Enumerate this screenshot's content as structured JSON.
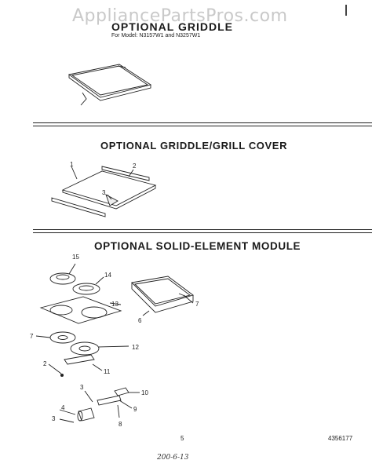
{
  "watermark": "AppliancePartsPros.com",
  "header": {
    "title": "OPTIONAL GRIDDLE",
    "subtitle": "For Model: N3157W1 and N3257W1"
  },
  "sections": {
    "griddle_cover_title": "OPTIONAL GRIDDLE/GRILL COVER",
    "solid_element_title": "OPTIONAL SOLID-ELEMENT MODULE"
  },
  "callouts": {
    "c1": "1",
    "c2": "2",
    "c3": "3",
    "c15": "15",
    "c14": "14",
    "c13": "13",
    "c6": "6",
    "c7a": "7",
    "c7b": "7",
    "c12": "12",
    "c2b": "2",
    "c11": "11",
    "c3b": "3",
    "c10": "10",
    "c4": "4",
    "c9": "9",
    "c3c": "3",
    "c8": "8"
  },
  "footer": {
    "page_number": "5",
    "part_code": "4356177",
    "handwritten": "200-6-13"
  }
}
